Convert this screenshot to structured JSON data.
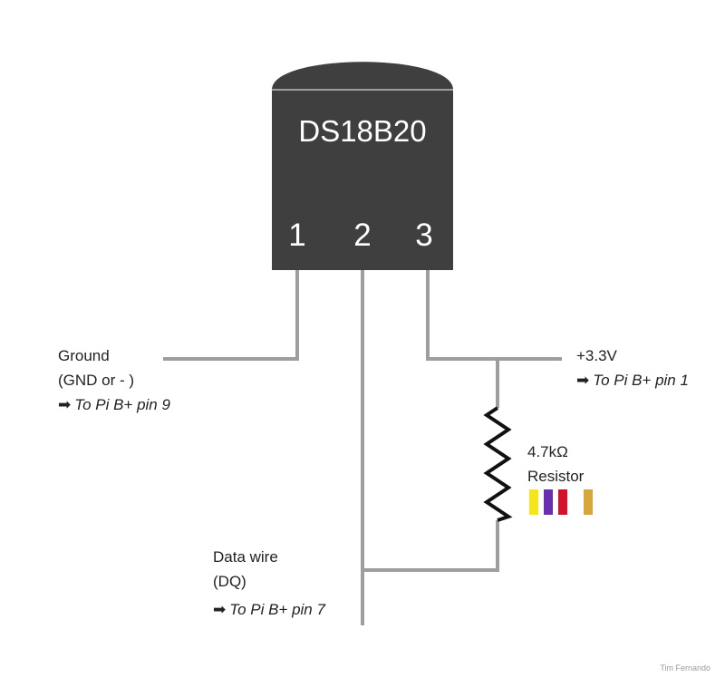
{
  "chip": {
    "name": "DS18B20",
    "pins": [
      "1",
      "2",
      "3"
    ],
    "body_color": "#3f3f3f"
  },
  "wire_color": "#9e9e9e",
  "ground": {
    "line1": "Ground",
    "line2": "(GND or - )",
    "target": "To Pi B+ pin 9"
  },
  "power": {
    "line1": "+3.3V",
    "target": "To Pi B+ pin 1"
  },
  "resistor": {
    "line1": "4.7kΩ",
    "line2": "Resistor",
    "bands": [
      "#f5e51b",
      "#6a2fb0",
      "#d3112b",
      "#d4a63c"
    ]
  },
  "data": {
    "line1": "Data wire",
    "line2": "(DQ)",
    "target": "To Pi B+ pin 7"
  },
  "arrow": "➡",
  "credit": "Tim Fernando"
}
